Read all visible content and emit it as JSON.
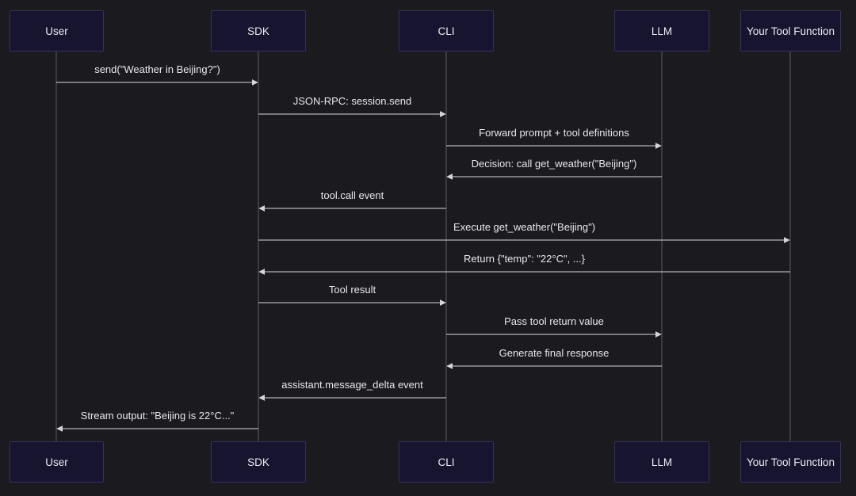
{
  "colors": {
    "background": "#1b1b1f",
    "participant_fill": "#16142e",
    "participant_border": "#34325a",
    "lifeline": "#5a5a66",
    "arrow": "#d4d4dc",
    "text": "#e6e6ee"
  },
  "participants": [
    {
      "id": "user",
      "label": "User"
    },
    {
      "id": "sdk",
      "label": "SDK"
    },
    {
      "id": "cli",
      "label": "CLI"
    },
    {
      "id": "llm",
      "label": "LLM"
    },
    {
      "id": "tool",
      "label": "Your Tool Function"
    }
  ],
  "messages": [
    {
      "from": "user",
      "to": "sdk",
      "label": "send(\"Weather in Beijing?\")"
    },
    {
      "from": "sdk",
      "to": "cli",
      "label": "JSON-RPC: session.send"
    },
    {
      "from": "cli",
      "to": "llm",
      "label": "Forward prompt + tool definitions"
    },
    {
      "from": "llm",
      "to": "cli",
      "label": "Decision: call get_weather(\"Beijing\")"
    },
    {
      "from": "cli",
      "to": "sdk",
      "label": "tool.call event"
    },
    {
      "from": "sdk",
      "to": "tool",
      "label": "Execute get_weather(\"Beijing\")"
    },
    {
      "from": "tool",
      "to": "sdk",
      "label": "Return {\"temp\": \"22°C\", ...}"
    },
    {
      "from": "sdk",
      "to": "cli",
      "label": "Tool result"
    },
    {
      "from": "cli",
      "to": "llm",
      "label": "Pass tool return value"
    },
    {
      "from": "llm",
      "to": "cli",
      "label": "Generate final response"
    },
    {
      "from": "cli",
      "to": "sdk",
      "label": "assistant.message_delta event"
    },
    {
      "from": "sdk",
      "to": "user",
      "label": "Stream output: \"Beijing is 22°C...\""
    }
  ]
}
